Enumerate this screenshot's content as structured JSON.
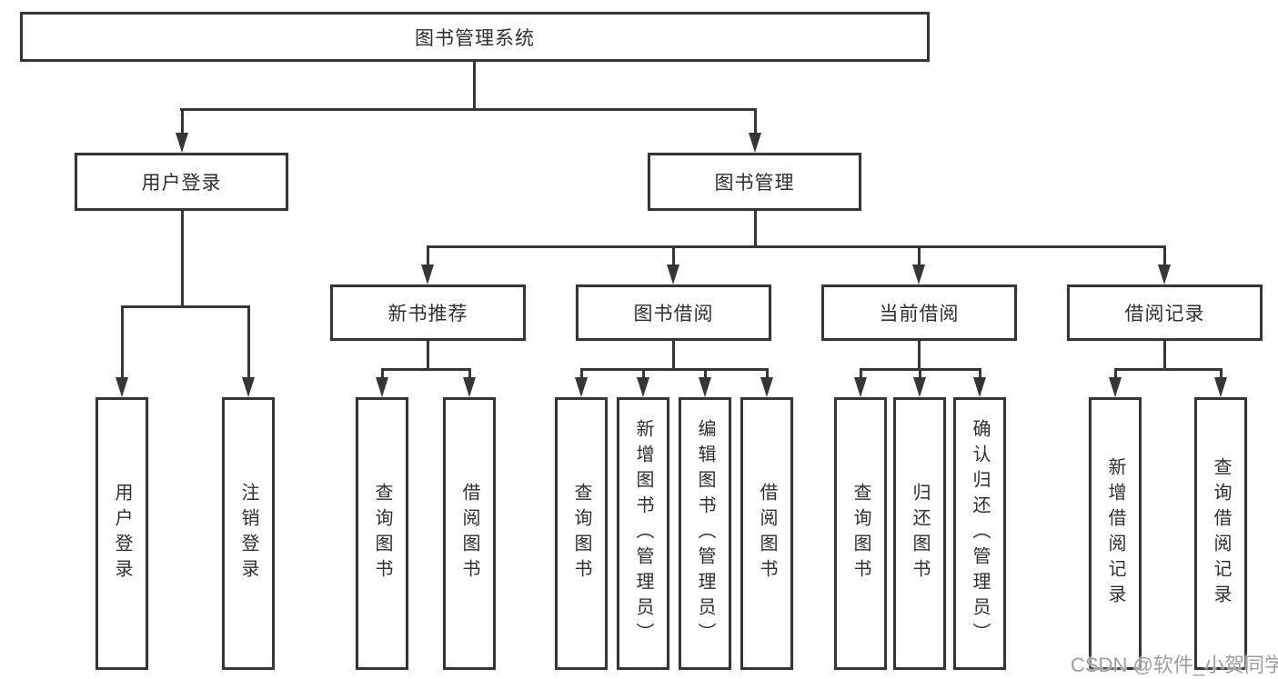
{
  "tree": {
    "root": "图书管理系统",
    "children": [
      {
        "label": "用户登录",
        "children": [
          "用户登录",
          "注销登录"
        ]
      },
      {
        "label": "图书管理",
        "children": [
          {
            "label": "新书推荐",
            "children": [
              "查询图书",
              "借阅图书"
            ]
          },
          {
            "label": "图书借阅",
            "children": [
              "查询图书",
              "新增图书（管理员）",
              "编辑图书（管理员）",
              "借阅图书"
            ]
          },
          {
            "label": "当前借阅",
            "children": [
              "查询图书",
              "归还图书",
              "确认归还（管理员）"
            ]
          },
          {
            "label": "借阅记录",
            "children": [
              "新增借阅记录",
              "查询借阅记录"
            ]
          }
        ]
      }
    ]
  },
  "watermark": {
    "text": "CSDN @软件_小贺同学"
  },
  "colors": {
    "line": "#363636",
    "text": "#2f2f2f",
    "watermark": "#9e9e9e",
    "background": "#ffffff"
  }
}
